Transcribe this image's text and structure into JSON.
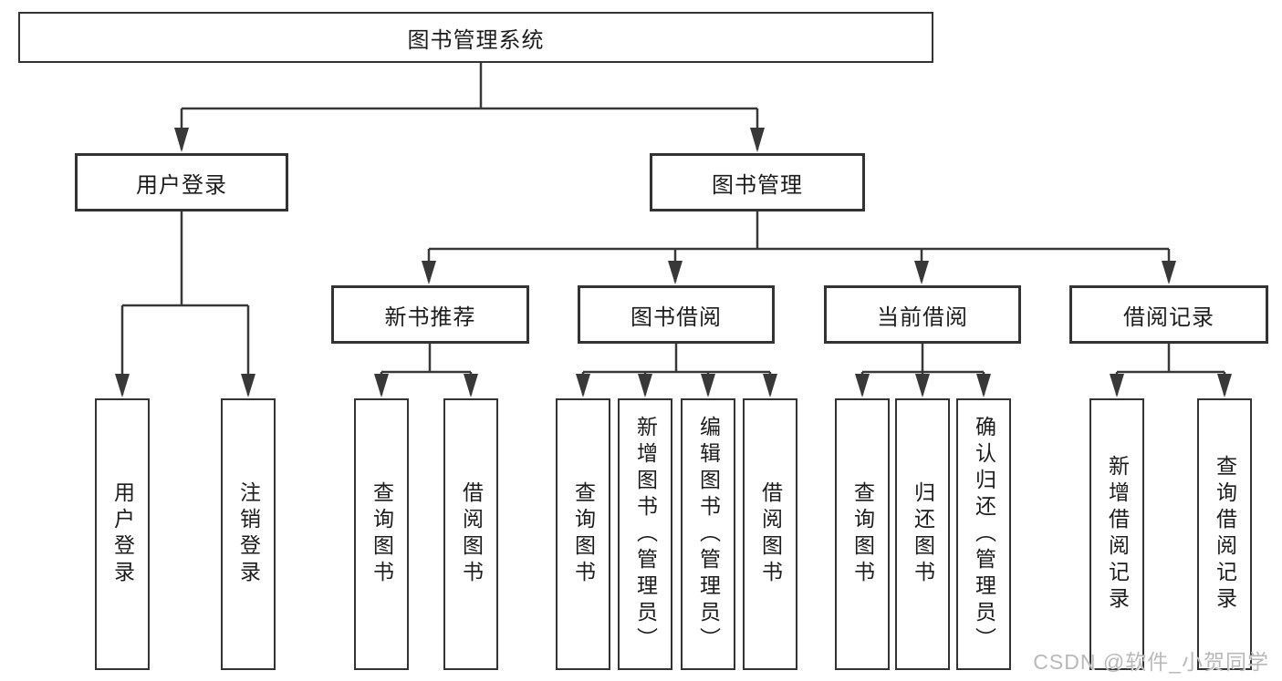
{
  "diagram": {
    "type": "hierarchy-tree",
    "title": "图书管理系统",
    "watermark": "CSDN @软件_小贺同学",
    "colors": {
      "background": "#ffffff",
      "box_border": "#333333",
      "connector_line": "#383838",
      "text": "#1c1c1c",
      "watermark": "#b9b9b9"
    },
    "nodes": {
      "root": {
        "label": "图书管理系统"
      },
      "user_login": {
        "label": "用户登录"
      },
      "book_management": {
        "label": "图书管理"
      },
      "new_book_recommend": {
        "label": "新书推荐"
      },
      "book_borrow": {
        "label": "图书借阅"
      },
      "current_borrow": {
        "label": "当前借阅"
      },
      "borrow_records": {
        "label": "借阅记录"
      },
      "leaf_user_login": {
        "label": "用户登录"
      },
      "leaf_logout": {
        "label": "注销登录"
      },
      "leaf_rec_query_books": {
        "label": "查询图书"
      },
      "leaf_rec_borrow_books": {
        "label": "借阅图书"
      },
      "leaf_bor_query_books": {
        "label": "查询图书"
      },
      "leaf_bor_add_books_admin": {
        "label": "新增图书（管理员）"
      },
      "leaf_bor_edit_books_admin": {
        "label": "编辑图书（管理员）"
      },
      "leaf_bor_borrow_books": {
        "label": "借阅图书"
      },
      "leaf_cur_query_books": {
        "label": "查询图书"
      },
      "leaf_cur_return_books": {
        "label": "归还图书"
      },
      "leaf_cur_confirm_return_admin": {
        "label": "确认归还（管理员）"
      },
      "leaf_recs_add_record": {
        "label": "新增借阅记录"
      },
      "leaf_recs_query_record": {
        "label": "查询借阅记录"
      }
    },
    "tree": {
      "label": "图书管理系统",
      "children": [
        {
          "label": "用户登录",
          "children": [
            {
              "label": "用户登录"
            },
            {
              "label": "注销登录"
            }
          ]
        },
        {
          "label": "图书管理",
          "children": [
            {
              "label": "新书推荐",
              "children": [
                {
                  "label": "查询图书"
                },
                {
                  "label": "借阅图书"
                }
              ]
            },
            {
              "label": "图书借阅",
              "children": [
                {
                  "label": "查询图书"
                },
                {
                  "label": "新增图书（管理员）"
                },
                {
                  "label": "编辑图书（管理员）"
                },
                {
                  "label": "借阅图书"
                }
              ]
            },
            {
              "label": "当前借阅",
              "children": [
                {
                  "label": "查询图书"
                },
                {
                  "label": "归还图书"
                },
                {
                  "label": "确认归还（管理员）"
                }
              ]
            },
            {
              "label": "借阅记录",
              "children": [
                {
                  "label": "新增借阅记录"
                },
                {
                  "label": "查询借阅记录"
                }
              ]
            }
          ]
        }
      ]
    }
  }
}
